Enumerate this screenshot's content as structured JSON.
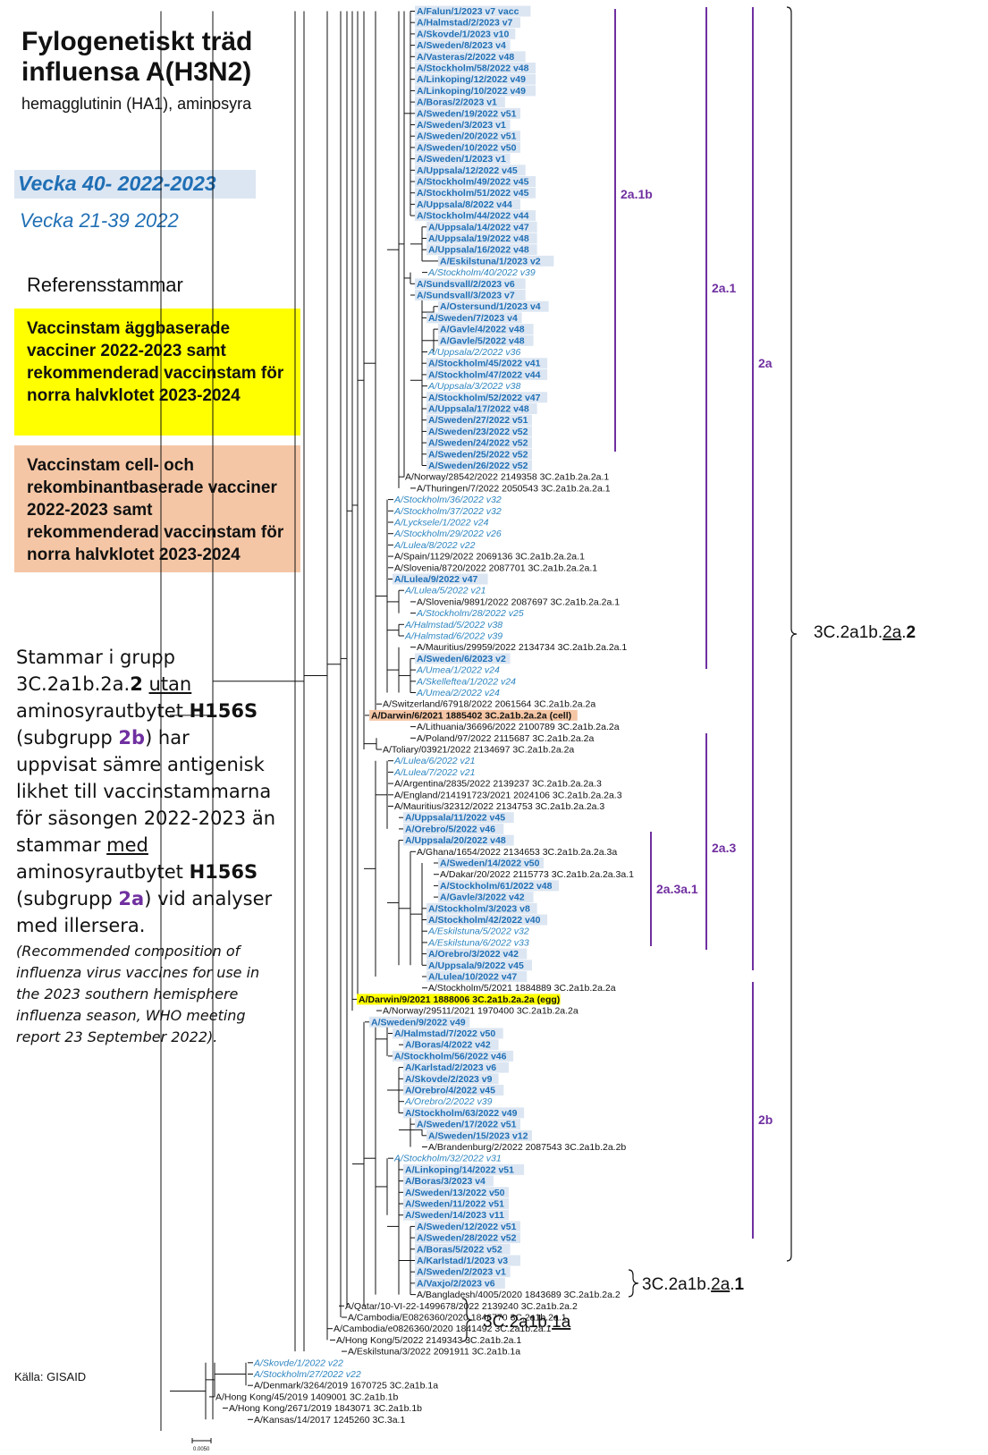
{
  "title": {
    "line1": "Fylogenetiskt träd",
    "line2": "influensa A(H3N2)",
    "subtitle": "hemagglutinin (HA1), aminosyra"
  },
  "legend": {
    "current_season": "Vecka 40- 2022-2023",
    "previous": "Vecka 21-39 2022"
  },
  "reference_heading": "Referensstammar",
  "reference_boxes": {
    "egg": "Vaccinstam äggbaserade vacciner 2022-2023 samt rekommenderad vaccinstam för norra halvklotet 2023-2024",
    "cell": "Vaccinstam cell- och rekombinantbaserade vacciner 2022-2023 samt rekommenderad vaccinstam för norra halvklotet 2023-2024"
  },
  "note": {
    "p1": "Stammar i grupp 3C.2a1b.2a.",
    "p1_bold": "2",
    "p2": "utan",
    "p3": "aminosyrautbytet",
    "p3_bold": "H156S",
    "p4a": "(subgrupp",
    "p4_purple": "2b",
    "p4b": ") har uppvisat sämre antigenisk likhet till vaccinstammarna för säsongen 2022-2023 än stammar",
    "p5": "med",
    "p6": "aminosyrautbytet",
    "p6_bold": "H156S",
    "p7a": "(subgrupp",
    "p7_purple": "2a",
    "p7b": ") vid analyser med illersera.",
    "small": "(Recommended composition of influenza virus vaccines for use in the 2023 southern hemisphere influenza season, WHO meeting report 23 September 2022)."
  },
  "source": "Källa: GISAID",
  "scale_label": "0.0050",
  "colors": {
    "current_text": "#1f6fb5",
    "current_highlight": "#dce6f2",
    "previous_text": "#2e86c1",
    "reference_text": "#111111",
    "clade_line": "#7030a0",
    "egg_highlight": "#ffff00",
    "cell_highlight": "#f5c6a5"
  },
  "clades": {
    "c2a1b": "2a.1b",
    "c2a1": "2a.1",
    "c2a": "2a",
    "c2a3": "2a.3",
    "c2a3a1": "2a.3a.1",
    "c2b": "2b",
    "big1": "3C.2a1b.2a.2",
    "big2": "3C.2a1b.2a.1",
    "big3": "3C.2a1b.1a"
  },
  "taxa": [
    {
      "label": "A/Falun/1/2023 v7 vacc",
      "kind": "current"
    },
    {
      "label": "A/Halmstad/2/2023 v7",
      "kind": "current"
    },
    {
      "label": "A/Skovde/1/2023 v10",
      "kind": "current"
    },
    {
      "label": "A/Sweden/8/2023 v4",
      "kind": "current"
    },
    {
      "label": "A/Vasteras/2/2022 v48",
      "kind": "current"
    },
    {
      "label": "A/Stockholm/58/2022 v48",
      "kind": "current"
    },
    {
      "label": "A/Linkoping/12/2022 v49",
      "kind": "current"
    },
    {
      "label": "A/Linkoping/10/2022 v49",
      "kind": "current"
    },
    {
      "label": "A/Boras/2/2023 v1",
      "kind": "current"
    },
    {
      "label": "A/Sweden/19/2022 v51",
      "kind": "current"
    },
    {
      "label": "A/Sweden/3/2023 v1",
      "kind": "current"
    },
    {
      "label": "A/Sweden/20/2022 v51",
      "kind": "current"
    },
    {
      "label": "A/Sweden/10/2022 v50",
      "kind": "current"
    },
    {
      "label": "A/Sweden/1/2023 v1",
      "kind": "current"
    },
    {
      "label": "A/Uppsala/12/2022 v45",
      "kind": "current"
    },
    {
      "label": "A/Stockholm/49/2022 v45",
      "kind": "current"
    },
    {
      "label": "A/Stockholm/51/2022 v45",
      "kind": "current"
    },
    {
      "label": "A/Uppsala/8/2022 v44",
      "kind": "current"
    },
    {
      "label": "A/Stockholm/44/2022 v44",
      "kind": "current"
    },
    {
      "label": "A/Uppsala/14/2022 v47",
      "kind": "current"
    },
    {
      "label": "A/Uppsala/19/2022 v48",
      "kind": "current"
    },
    {
      "label": "A/Uppsala/16/2022 v48",
      "kind": "current"
    },
    {
      "label": "A/Eskilstuna/1/2023 v2",
      "kind": "current"
    },
    {
      "label": "A/Stockholm/40/2022 v39",
      "kind": "previous"
    },
    {
      "label": "A/Sundsvall/2/2023 v6",
      "kind": "current"
    },
    {
      "label": "A/Sundsvall/3/2023 v7",
      "kind": "current"
    },
    {
      "label": "A/Ostersund/1/2023 v4",
      "kind": "current"
    },
    {
      "label": "A/Sweden/7/2023 v4",
      "kind": "current"
    },
    {
      "label": "A/Gavle/4/2022 v48",
      "kind": "current"
    },
    {
      "label": "A/Gavle/5/2022 v48",
      "kind": "current"
    },
    {
      "label": "A/Uppsala/2/2022 v36",
      "kind": "previous"
    },
    {
      "label": "A/Stockholm/45/2022 v41",
      "kind": "current"
    },
    {
      "label": "A/Stockholm/47/2022 v44",
      "kind": "current"
    },
    {
      "label": "A/Uppsala/3/2022 v38",
      "kind": "previous"
    },
    {
      "label": "A/Stockholm/52/2022 v47",
      "kind": "current"
    },
    {
      "label": "A/Uppsala/17/2022 v48",
      "kind": "current"
    },
    {
      "label": "A/Sweden/27/2022 v51",
      "kind": "current"
    },
    {
      "label": "A/Sweden/23/2022 v52",
      "kind": "current"
    },
    {
      "label": "A/Sweden/24/2022 v52",
      "kind": "current"
    },
    {
      "label": "A/Sweden/25/2022 v52",
      "kind": "current"
    },
    {
      "label": "A/Sweden/26/2022 v52",
      "kind": "current"
    },
    {
      "label": "A/Norway/28542/2022 2149358 3C.2a1b.2a.2a.1",
      "kind": "reference"
    },
    {
      "label": "A/Thuringen/7/2022 2050543 3C.2a1b.2a.2a.1",
      "kind": "reference"
    },
    {
      "label": "A/Stockholm/36/2022 v32",
      "kind": "previous"
    },
    {
      "label": "A/Stockholm/37/2022 v32",
      "kind": "previous"
    },
    {
      "label": "A/Lycksele/1/2022 v24",
      "kind": "previous"
    },
    {
      "label": "A/Stockholm/29/2022 v26",
      "kind": "previous"
    },
    {
      "label": "A/Lulea/8/2022 v22",
      "kind": "previous"
    },
    {
      "label": "A/Spain/1129/2022 2069136 3C.2a1b.2a.2a.1",
      "kind": "reference"
    },
    {
      "label": "A/Slovenia/8720/2022 2087701 3C.2a1b.2a.2a.1",
      "kind": "reference"
    },
    {
      "label": "A/Lulea/9/2022 v47",
      "kind": "current"
    },
    {
      "label": "A/Lulea/5/2022 v21",
      "kind": "previous"
    },
    {
      "label": "A/Slovenia/9891/2022 2087697 3C.2a1b.2a.2a.1",
      "kind": "reference"
    },
    {
      "label": "A/Stockholm/28/2022 v25",
      "kind": "previous"
    },
    {
      "label": "A/Halmstad/5/2022 v38",
      "kind": "previous"
    },
    {
      "label": "A/Halmstad/6/2022 v39",
      "kind": "previous"
    },
    {
      "label": "A/Mauritius/29959/2022 2134734 3C.2a1b.2a.2a.1",
      "kind": "reference"
    },
    {
      "label": "A/Sweden/6/2023 v2",
      "kind": "current"
    },
    {
      "label": "A/Umea/1/2022 v24",
      "kind": "previous"
    },
    {
      "label": "A/Skelleftea/1/2022 v24",
      "kind": "previous"
    },
    {
      "label": "A/Umea/2/2022 v24",
      "kind": "previous"
    },
    {
      "label": "A/Switzerland/67918/2022 2061564 3C.2a1b.2a.2a",
      "kind": "reference"
    },
    {
      "label": "A/Darwin/6/2021 1885402 3C.2a1b.2a.2a (cell)",
      "kind": "cell"
    },
    {
      "label": "A/Lithuania/36696/2022 2100789 3C.2a1b.2a.2a",
      "kind": "reference"
    },
    {
      "label": "A/Poland/97/2022 2115687 3C.2a1b.2a.2a",
      "kind": "reference"
    },
    {
      "label": "A/Toliary/03921/2022 2134697 3C.2a1b.2a.2a",
      "kind": "reference"
    },
    {
      "label": "A/Lulea/6/2022 v21",
      "kind": "previous"
    },
    {
      "label": "A/Lulea/7/2022 v21",
      "kind": "previous"
    },
    {
      "label": "A/Argentina/2835/2022 2139237 3C.2a1b.2a.2a.3",
      "kind": "reference"
    },
    {
      "label": "A/England/214191723/2021 2024106 3C.2a1b.2a.2a.3",
      "kind": "reference"
    },
    {
      "label": "A/Mauritius/32312/2022 2134753 3C.2a1b.2a.2a.3",
      "kind": "reference"
    },
    {
      "label": "A/Uppsala/11/2022 v45",
      "kind": "current"
    },
    {
      "label": "A/Orebro/5/2022 v46",
      "kind": "current"
    },
    {
      "label": "A/Uppsala/20/2022 v48",
      "kind": "current"
    },
    {
      "label": "A/Ghana/1654/2022 2134653 3C.2a1b.2a.2a.3a",
      "kind": "reference"
    },
    {
      "label": "A/Sweden/14/2022 v50",
      "kind": "current"
    },
    {
      "label": "A/Dakar/20/2022 2115773 3C.2a1b.2a.2a.3a.1",
      "kind": "reference"
    },
    {
      "label": "A/Stockholm/61/2022 v48",
      "kind": "current"
    },
    {
      "label": "A/Gavle/3/2022 v42",
      "kind": "current"
    },
    {
      "label": "A/Stockholm/3/2023 v8",
      "kind": "current"
    },
    {
      "label": "A/Stockholm/42/2022 v40",
      "kind": "current"
    },
    {
      "label": "A/Eskilstuna/5/2022 v32",
      "kind": "previous"
    },
    {
      "label": "A/Eskilstuna/6/2022 v33",
      "kind": "previous"
    },
    {
      "label": "A/Orebro/3/2022 v42",
      "kind": "current"
    },
    {
      "label": "A/Uppsala/9/2022 v45",
      "kind": "current"
    },
    {
      "label": "A/Lulea/10/2022 v47",
      "kind": "current"
    },
    {
      "label": "A/Stockholm/5/2021 1884889 3C.2a1b.2a.2a",
      "kind": "reference"
    },
    {
      "label": "A/Darwin/9/2021 1888006 3C.2a1b.2a.2a (egg)",
      "kind": "egg"
    },
    {
      "label": "A/Norway/29511/2021 1970400 3C.2a1b.2a.2a",
      "kind": "reference"
    },
    {
      "label": "A/Sweden/9/2022 v49",
      "kind": "current"
    },
    {
      "label": "A/Halmstad/7/2022 v50",
      "kind": "current"
    },
    {
      "label": "A/Boras/4/2022 v42",
      "kind": "current"
    },
    {
      "label": "A/Stockholm/56/2022 v46",
      "kind": "current"
    },
    {
      "label": "A/Karlstad/2/2023 v6",
      "kind": "current"
    },
    {
      "label": "A/Skovde/2/2023 v9",
      "kind": "current"
    },
    {
      "label": "A/Orebro/4/2022 v45",
      "kind": "current"
    },
    {
      "label": "A/Orebro/2/2022 v39",
      "kind": "previous"
    },
    {
      "label": "A/Stockholm/63/2022 v49",
      "kind": "current"
    },
    {
      "label": "A/Sweden/17/2022 v51",
      "kind": "current"
    },
    {
      "label": "A/Sweden/15/2023 v12",
      "kind": "current"
    },
    {
      "label": "A/Brandenburg/2/2022 2087543 3C.2a1b.2a.2b",
      "kind": "reference"
    },
    {
      "label": "A/Stockholm/32/2022 v31",
      "kind": "previous"
    },
    {
      "label": "A/Linkoping/14/2022 v51",
      "kind": "current"
    },
    {
      "label": "A/Boras/3/2023 v4",
      "kind": "current"
    },
    {
      "label": "A/Sweden/13/2022 v50",
      "kind": "current"
    },
    {
      "label": "A/Sweden/11/2022 v51",
      "kind": "current"
    },
    {
      "label": "A/Sweden/14/2023 v11",
      "kind": "current"
    },
    {
      "label": "A/Sweden/12/2022 v51",
      "kind": "current"
    },
    {
      "label": "A/Sweden/28/2022 v52",
      "kind": "current"
    },
    {
      "label": "A/Boras/5/2022 v52",
      "kind": "current"
    },
    {
      "label": "A/Karlstad/1/2023 v3",
      "kind": "current"
    },
    {
      "label": "A/Sweden/2/2023 v1",
      "kind": "current"
    },
    {
      "label": "A/Vaxjo/2/2023 v6",
      "kind": "current"
    },
    {
      "label": "A/Bangladesh/4005/2020 1843689 3C.2a1b.2a.2",
      "kind": "reference"
    },
    {
      "label": "A/Qatar/10-VI-22-1499678/2022 2139240 3C.2a1b.2a.2",
      "kind": "reference"
    },
    {
      "label": "A/Cambodia/E0826360/2020 1846770 3C.2a1b.2a.1",
      "kind": "reference"
    },
    {
      "label": "A/Cambodia/e0826360/2020 1841492 3C.2a1b.2a.1",
      "kind": "reference"
    },
    {
      "label": "A/Hong Kong/5/2022 2149343 3C.2a1b.2a.1",
      "kind": "reference"
    },
    {
      "label": "A/Eskilstuna/3/2022 2091911 3C.2a1b.1a",
      "kind": "reference"
    },
    {
      "label": "A/Skovde/1/2022 v22",
      "kind": "previous"
    },
    {
      "label": "A/Stockholm/27/2022 v22",
      "kind": "previous"
    },
    {
      "label": "A/Denmark/3264/2019 1670725 3C.2a1b.1a",
      "kind": "reference"
    },
    {
      "label": "A/Hong Kong/45/2019 1409001 3C.2a1b.1b",
      "kind": "reference"
    },
    {
      "label": "A/Hong Kong/2671/2019 1843071 3C.2a1b.1b",
      "kind": "reference"
    },
    {
      "label": "A/Kansas/14/2017 1245260 3C.3a.1",
      "kind": "reference"
    }
  ]
}
